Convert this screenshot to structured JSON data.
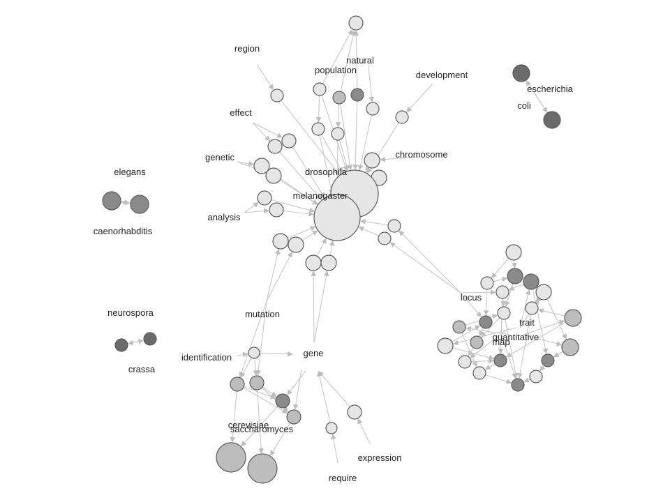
{
  "chart_data": {
    "type": "network",
    "labels": [
      {
        "id": "natural",
        "text": "natural"
      },
      {
        "id": "population",
        "text": "population"
      },
      {
        "id": "region",
        "text": "region"
      },
      {
        "id": "development",
        "text": "development"
      },
      {
        "id": "effect",
        "text": "effect"
      },
      {
        "id": "genetic",
        "text": "genetic"
      },
      {
        "id": "chromosome",
        "text": "chromosome"
      },
      {
        "id": "drosophila",
        "text": "drosophila"
      },
      {
        "id": "melanogaster",
        "text": "melanogaster"
      },
      {
        "id": "analysis",
        "text": "analysis"
      },
      {
        "id": "elegans",
        "text": "elegans"
      },
      {
        "id": "caenorhabditis",
        "text": "caenorhabditis"
      },
      {
        "id": "escherichia",
        "text": "escherichia"
      },
      {
        "id": "coli",
        "text": "coli"
      },
      {
        "id": "neurospora",
        "text": "neurospora"
      },
      {
        "id": "crassa",
        "text": "crassa"
      },
      {
        "id": "mutation",
        "text": "mutation"
      },
      {
        "id": "identification",
        "text": "identification"
      },
      {
        "id": "gene",
        "text": "gene"
      },
      {
        "id": "cerevisiae",
        "text": "cerevisiae"
      },
      {
        "id": "saccharomyces",
        "text": "saccharomyces"
      },
      {
        "id": "expression",
        "text": "expression"
      },
      {
        "id": "require",
        "text": "require"
      },
      {
        "id": "locus",
        "text": "locus"
      },
      {
        "id": "trait",
        "text": "trait"
      },
      {
        "id": "quantitative",
        "text": "quantitative"
      },
      {
        "id": "map",
        "text": "map"
      }
    ],
    "colors": {
      "light": "#e6e6e6",
      "mid": "#bdbdbd",
      "dark": "#8a8a8a",
      "darker": "#6b6b6b",
      "edge": "#c7c7c7",
      "stroke": "#5a5a5a"
    }
  }
}
